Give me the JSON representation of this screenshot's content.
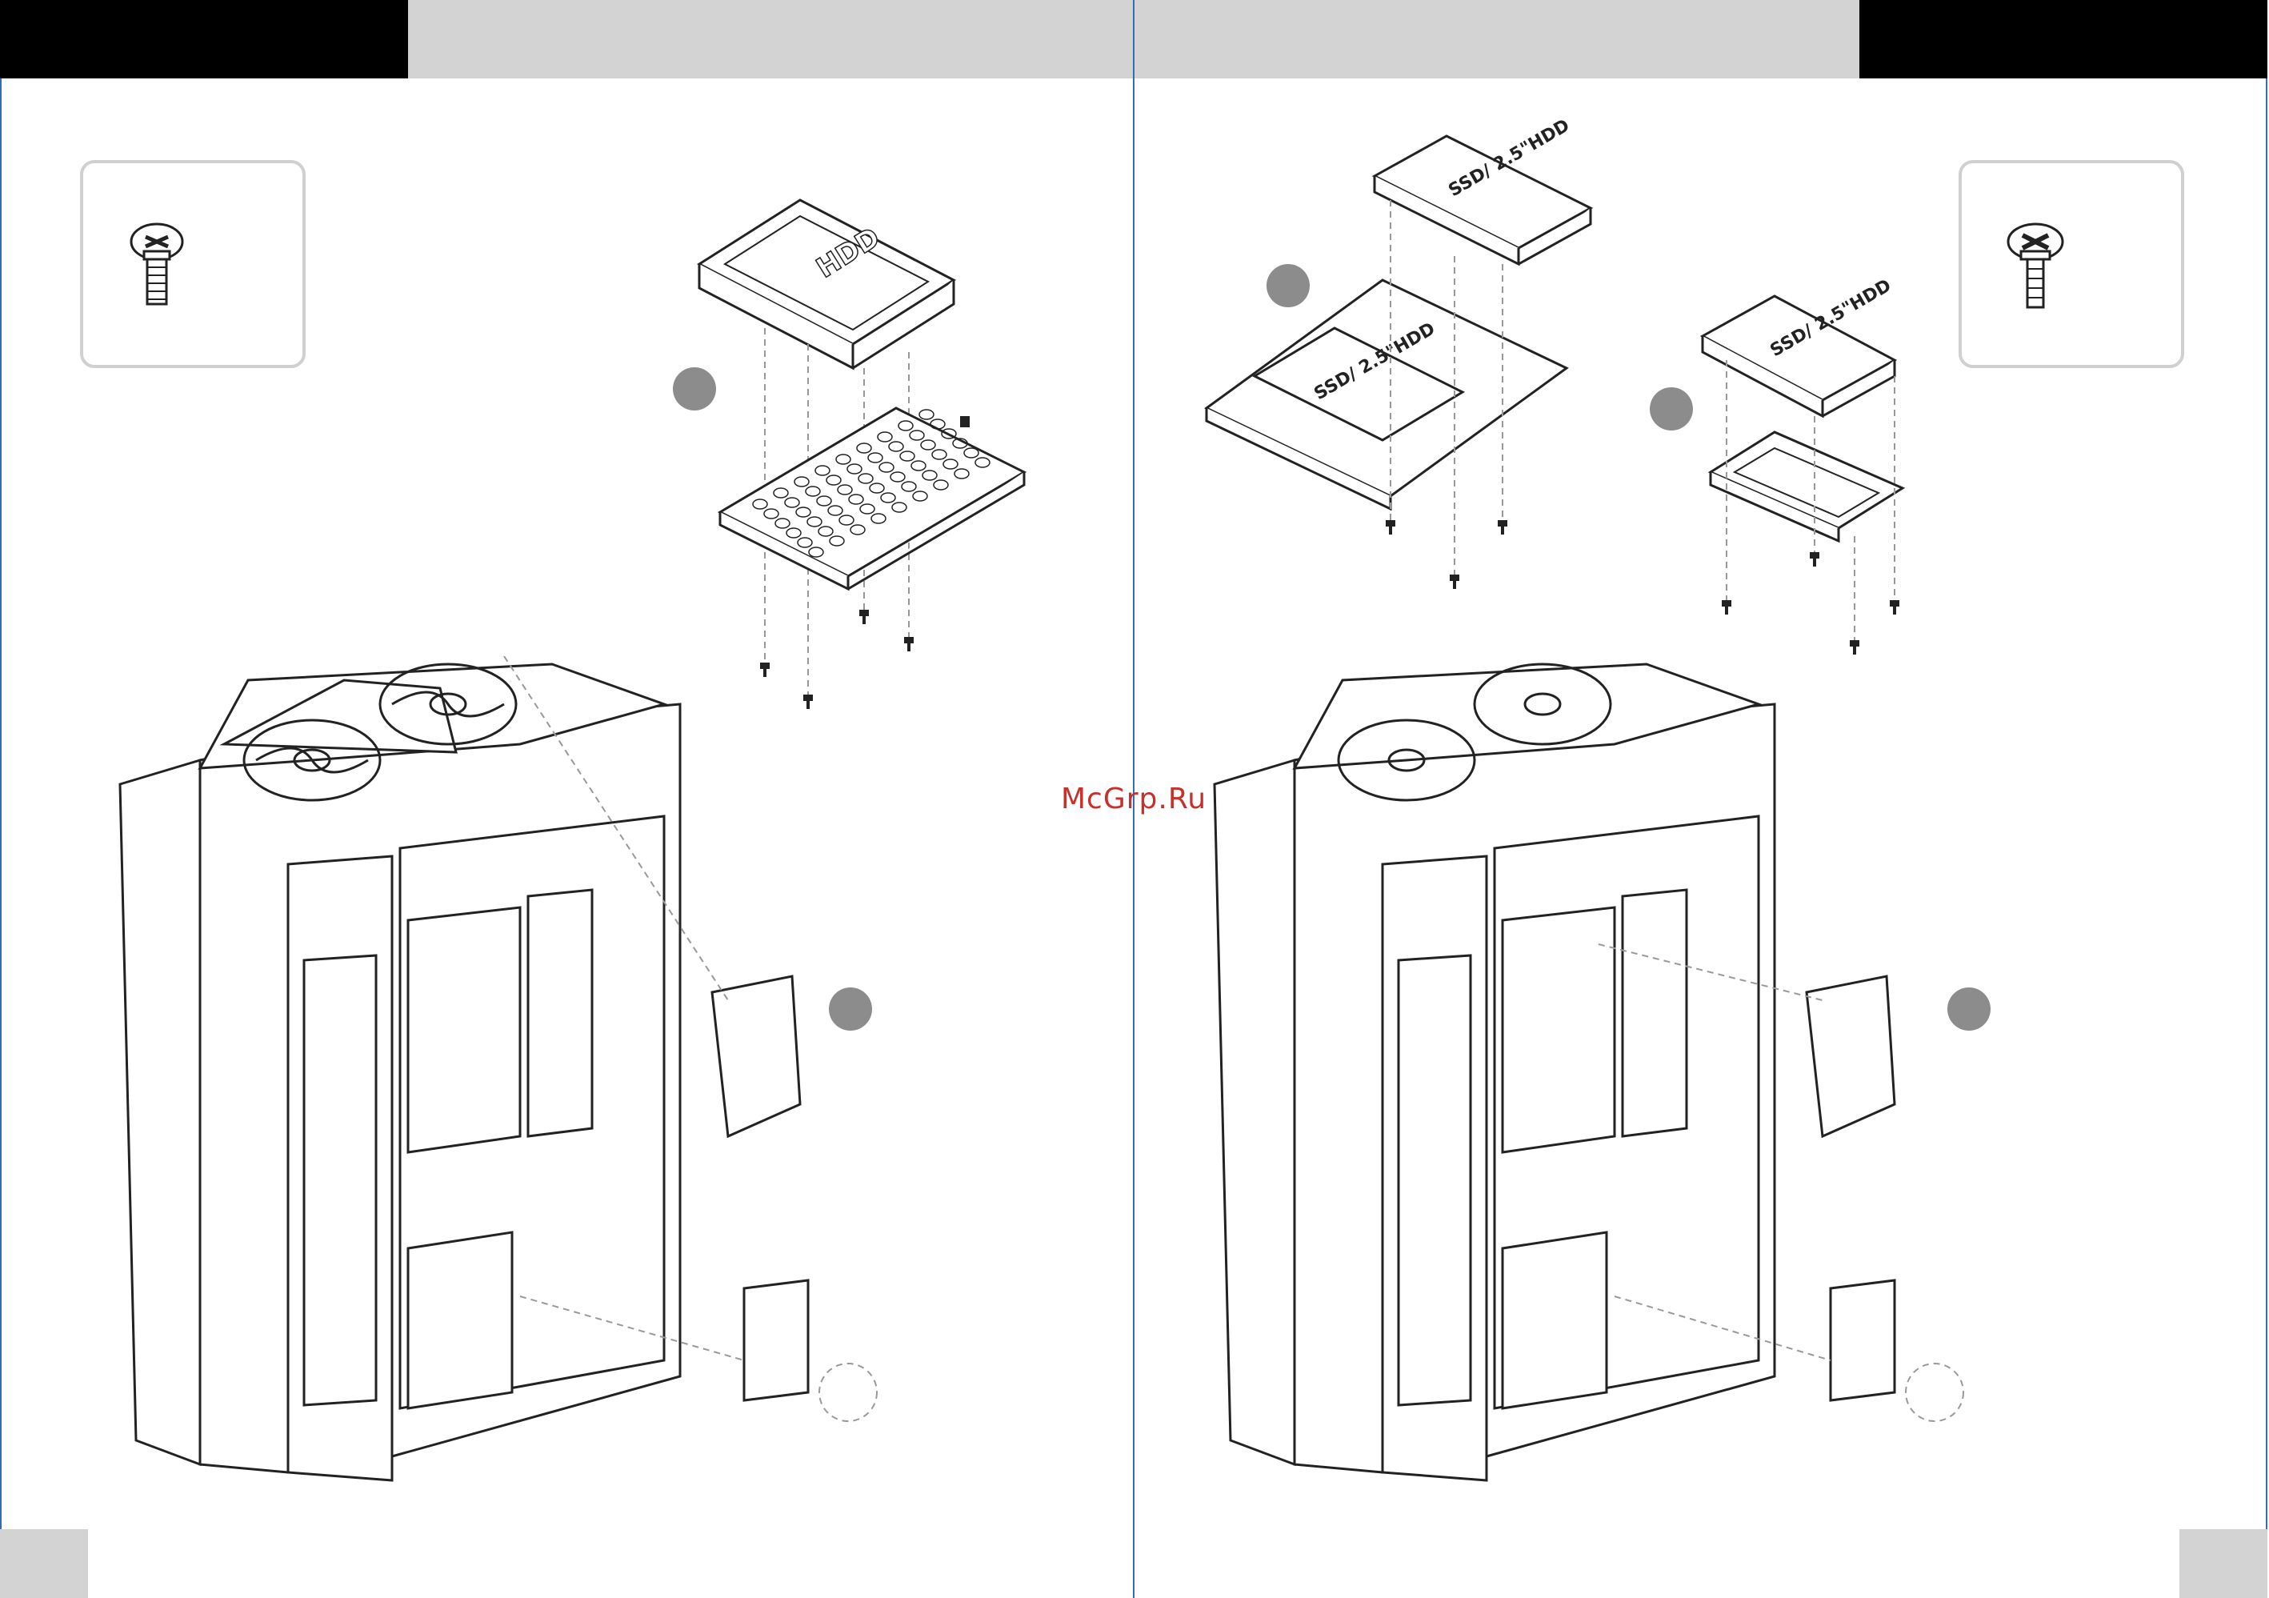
{
  "left_page": {
    "drive_label": "HDD"
  },
  "right_page": {
    "drive_label_top": "SSD/ 2.5\"HDD",
    "drive_label_tray": "SSD/ 2.5\"HDD",
    "drive_label_bracket": "SSD/ 2.5\"HDD"
  },
  "watermark": "McGrp.Ru",
  "colors": {
    "header_black": "#000000",
    "header_grey": "#d3d3d3",
    "frame_blue": "#2e6fb5",
    "step_dot": "#8c8c8c",
    "watermark": "#c8302a"
  },
  "icons": [
    "screw-icon",
    "hdd-icon",
    "ssd-icon",
    "drive-tray-icon",
    "pc-case-icon",
    "fan-icon",
    "screw-small-icon"
  ]
}
